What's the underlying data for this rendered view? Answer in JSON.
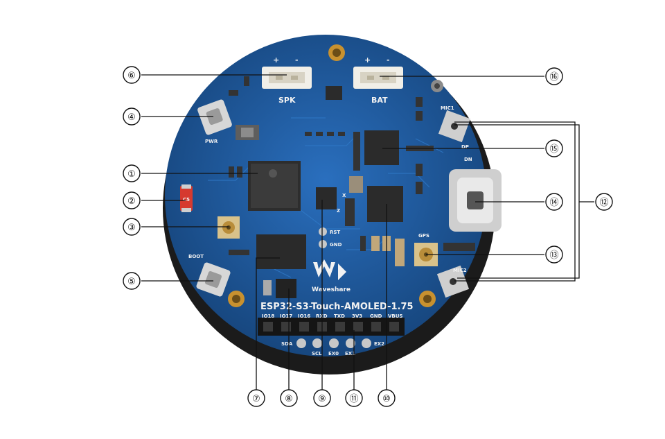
{
  "board": {
    "title": "ESP32-S3-Touch-AMOLED-1.75",
    "brand": "Waveshare",
    "colors": {
      "pcb": "#1f5fa8",
      "pcb_dark": "#17447a",
      "bezel": "#1b1b1b",
      "header": "#151515",
      "gold": "#c8912f"
    }
  },
  "silkscreen": {
    "spk": "SPK",
    "bat": "BAT",
    "pwr": "PWR",
    "boot": "BOOT",
    "mic1": "MIC1",
    "mic2": "MIC2",
    "gps": "GPS",
    "dp": "DP",
    "dn": "DN",
    "rst": "RST",
    "gnd": "GND",
    "axis_x": "X",
    "axis_z": "Z",
    "plus": "+",
    "minus": "-",
    "header_pins": [
      "IO18",
      "IO17",
      "IO16",
      "RXD",
      "TXD",
      "3V3",
      "GND",
      "VBUS"
    ],
    "bottom_pins": [
      "SDA",
      "SCL",
      "EX0",
      "EX1",
      "EX2"
    ],
    "fuse": "C5"
  },
  "callouts": [
    "①",
    "②",
    "③",
    "④",
    "⑤",
    "⑥",
    "⑦",
    "⑧",
    "⑨",
    "⑪",
    "⑩",
    "⑫",
    "⑬",
    "⑭",
    "⑮",
    "⑯"
  ]
}
